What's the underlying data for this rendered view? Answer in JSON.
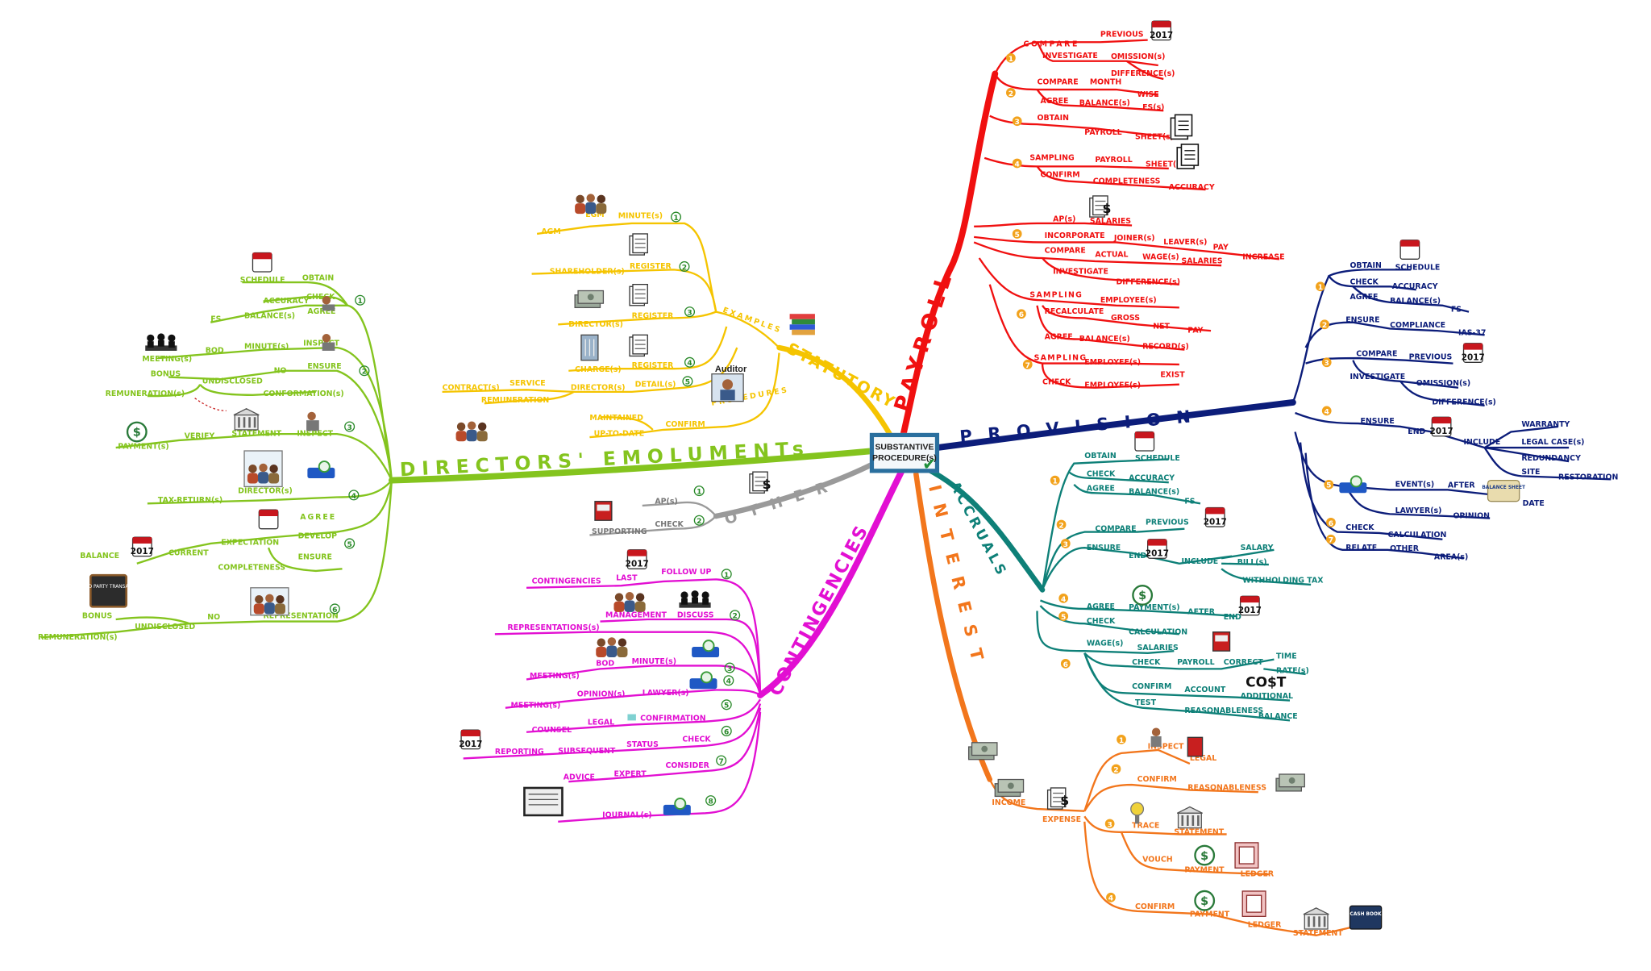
{
  "center": {
    "line1": "SUBSTANTIVE",
    "line2": "PROCEDURE(s)"
  },
  "colors": {
    "payroll": "#f01010",
    "provision": "#0c1d7a",
    "accruals": "#0e8078",
    "interest": "#f2761c",
    "contingencies": "#e20fd2",
    "other": "#9a9a9a",
    "directors": "#84c41e",
    "statutory": "#f5c400"
  },
  "main": {
    "payroll": "PAYROLL",
    "provision": "PROVISION",
    "accruals": "ACCRUALS",
    "interest": "INTEREST",
    "contingencies": "CONTINGENCIES",
    "other": "OTHER",
    "directors": "DIRECTORS' EMOLUMENTs",
    "statutory": "STATUTORY",
    "examples": "EXAMPLES",
    "procedures": "PROCEDURES",
    "auditor": "Auditor"
  },
  "year": "2017",
  "payroll": {
    "compare": "COMPARE",
    "previous": "PREVIOUS",
    "investigate": "INVESTIGATE",
    "omission": "OMISSION(s)",
    "difference": "DIFFERENCE(s)",
    "compare2": "COMPARE",
    "month": "MONTH",
    "wise": "WISE",
    "agree": "AGREE",
    "balance": "BALANCE(s)",
    "fs": "FS(s)",
    "obtain": "OBTAIN",
    "payroll": "PAYROLL",
    "sheet": "SHEET(s)",
    "sampling": "SAMPLING",
    "payroll2": "PAYROLL",
    "sheet2": "SHEET(s)",
    "confirm": "CONFIRM",
    "completeness": "COMPLETENESS",
    "accuracy": "ACCURACY",
    "ap": "AP(s)",
    "salaries": "SALARIES",
    "incorporate": "INCORPORATE",
    "joiner": "JOINER(s)",
    "leaver": "LEAVER(s)",
    "pay": "PAY",
    "increase": "INCREASE",
    "compare3": "COMPARE",
    "actual": "ACTUAL",
    "wage": "WAGE(s)",
    "salaries2": "SALARIES",
    "investigate2": "INVESTIGATE",
    "difference2": "DIFFERENCE(s)",
    "sampling2": "SAMPLING",
    "employee": "EMPLOYEE(s)",
    "recalculate": "RECALCULATE",
    "gross": "GROSS",
    "net": "NET",
    "pay2": "PAY",
    "agree2": "AGREE",
    "balance2": "BALANCE(s)",
    "record": "RECORD(s)",
    "sampling3": "SAMPLING",
    "employee2": "EMPLOYEE(s)",
    "check": "CHECK",
    "employee3": "EMPLOYEE(s)",
    "exist": "EXIST",
    "n1": "1",
    "n2": "2",
    "n3": "3",
    "n4": "4",
    "n5": "5",
    "n6": "6",
    "n7": "7"
  },
  "provision": {
    "obtain": "OBTAIN",
    "schedule": "SCHEDULE",
    "check": "CHECK",
    "accuracy": "ACCURACY",
    "agree": "AGREE",
    "balance": "BALANCE(s)",
    "fs": "FS",
    "ensure": "ENSURE",
    "compliance": "COMPLIANCE",
    "ias": "IAS-37",
    "compare": "COMPARE",
    "previous": "PREVIOUS",
    "investigate": "INVESTIGATE",
    "omission": "OMISSION(s)",
    "difference": "DIFFERENCE(s)",
    "ensure2": "ENSURE",
    "end": "END",
    "include": "INCLUDE",
    "warranty": "WARRANTY",
    "legal": "LEGAL CASE(s)",
    "redundancy": "REDUNDANCY",
    "site": "SITE",
    "restoration": "RESTORATION",
    "event": "EVENT(s)",
    "after": "AFTER",
    "balance_sheet": "BALANCE SHEET",
    "date": "DATE",
    "lawyer": "LAWYER(s)",
    "opinion": "OPINION",
    "check2": "CHECK",
    "calculation": "CALCULATION",
    "relate": "RELATE",
    "other": "OTHER",
    "area": "AREA(s)",
    "n1": "1",
    "n2": "2",
    "n3": "3",
    "n4": "4",
    "n5": "5",
    "n6": "6",
    "n7": "7"
  },
  "accruals": {
    "obtain": "OBTAIN",
    "schedule": "SCHEDULE",
    "check": "CHECK",
    "accuracy": "ACCURACY",
    "agree": "AGREE",
    "balance": "BALANCE(s)",
    "fs": "FS",
    "compare": "COMPARE",
    "previous": "PREVIOUS",
    "ensure": "ENSURE",
    "end": "END",
    "include": "INCLUDE",
    "salary": "SALARY",
    "bill": "BILL(s)",
    "withholding": "WITHHOLDING TAX",
    "agree2": "AGREE",
    "payment": "PAYMENT(s)",
    "after": "AFTER",
    "end2": "END",
    "check2": "CHECK",
    "calculation": "CALCULATION",
    "wage": "WAGE(s)",
    "salaries": "SALARIES",
    "check3": "CHECK",
    "payroll": "PAYROLL",
    "correct": "CORRECT",
    "time": "TIME",
    "rate": "RATE(s)",
    "confirm": "CONFIRM",
    "account": "ACCOUNT",
    "cost": "CO$T",
    "additional": "ADDITIONAL",
    "test": "TEST",
    "reasonableness": "REASONABLENESS",
    "balance2": "BALANCE",
    "n1": "1",
    "n2": "2",
    "n3": "3",
    "n4": "4",
    "n5": "5",
    "n6": "6"
  },
  "interest": {
    "income": "INCOME",
    "expense": "EXPENSE",
    "inspect": "INSPECT",
    "legal": "LEGAL",
    "confirm": "CONFIRM",
    "reasonableness": "REASONABLENESS",
    "trace": "TRACE",
    "statement": "STATEMENT",
    "vouch": "VOUCH",
    "payment": "PAYMENT",
    "ledger": "LEDGER",
    "confirm2": "CONFIRM",
    "payment2": "PAYMENT",
    "ledger2": "LEDGER",
    "statement2": "STATEMENT",
    "cash_book": "CASH BOOK",
    "n1": "1",
    "n2": "2",
    "n3": "3",
    "n4": "4"
  },
  "contingencies": {
    "contingencies": "CONTINGENCIES",
    "last": "LAST",
    "follow_up": "FOLLOW UP",
    "management": "MANAGEMENT",
    "discuss": "DISCUSS",
    "representations": "REPRESENTATIONS(s)",
    "bod": "BOD",
    "minute": "MINUTE(s)",
    "meeting": "MEETING(s)",
    "meeting2": "MEETING(s)",
    "opinion": "OPINION(s)",
    "lawyer": "LAWYER(s)",
    "counsel": "COUNSEL",
    "legal": "LEGAL",
    "confirmation": "CONFIRMATION",
    "status": "STATUS",
    "check": "CHECK",
    "reporting": "REPORTING",
    "subsequent": "SUBSEQUENT",
    "advice": "ADVICE",
    "expert": "EXPERT",
    "consider": "CONSIDER",
    "journal": "JOURNAL(s)",
    "n1": "1",
    "n2": "2",
    "n3": "3",
    "n4": "4",
    "n5": "5",
    "n6": "6",
    "n7": "7",
    "n8": "8"
  },
  "other": {
    "ap": "AP(s)",
    "check": "CHECK",
    "supporting": "SUPPORTING",
    "n1": "1",
    "n2": "2"
  },
  "directors": {
    "schedule": "SCHEDULE",
    "obtain": "OBTAIN",
    "accuracy": "ACCURACY",
    "check": "CHECK",
    "fs": "FS",
    "balance": "BALANCE(s)",
    "agree": "AGREE",
    "meeting": "MEETING(s)",
    "bod": "BOD",
    "minute": "MINUTE(s)",
    "inspect": "INSPECT",
    "bonus": "BONUS",
    "undisclosed": "UNDISCLOSED",
    "no": "NO",
    "ensure": "ENSURE",
    "remuneration": "REMUNERATION(s)",
    "conformation": "CONFORMATION(s)",
    "payment": "PAYMENT(s)",
    "verify": "VERIFY",
    "statement": "STATEMENT",
    "inspect2": "INSPECT",
    "director": "DIRECTOR(s)",
    "tax_return": "TAX-RETURN(s)",
    "agree2": "AGREE",
    "develop": "DEVELOP",
    "expectation": "EXPECTATION",
    "balance2": "BALANCE",
    "current": "CURRENT",
    "completeness": "COMPLETENESS",
    "ensure2": "ENSURE",
    "related_party": "RELATED PARTY TRANSACTIONS",
    "representation": "REPRESENTATION",
    "no2": "NO",
    "bonus2": "BONUS",
    "undisclosed2": "UNDISCLOSED",
    "remuneration2": "REMUNERATION(s)",
    "n1": "1",
    "n2": "2",
    "n3": "3",
    "n4": "4",
    "n5": "5",
    "n6": "6"
  },
  "statutory": {
    "agm": "AGM",
    "egm": "EGM",
    "minute": "MINUTE(s)",
    "shareholder": "SHAREHOLDER(s)",
    "register": "REGISTER",
    "director": "DIRECTOR(s)",
    "register2": "REGISTER",
    "charge": "CHARGE(s)",
    "register3": "REGISTER",
    "contract": "CONTRACT(s)",
    "service": "SERVICE",
    "director2": "DIRECTOR(s)",
    "remuneration": "REMUNERATION",
    "detail": "DETAIL(s)",
    "maintained": "MAINTAINED",
    "up_to_date": "UP-TO-DATE",
    "confirm": "CONFIRM",
    "n1": "1",
    "n2": "2",
    "n3": "3",
    "n4": "4",
    "n5": "5"
  }
}
